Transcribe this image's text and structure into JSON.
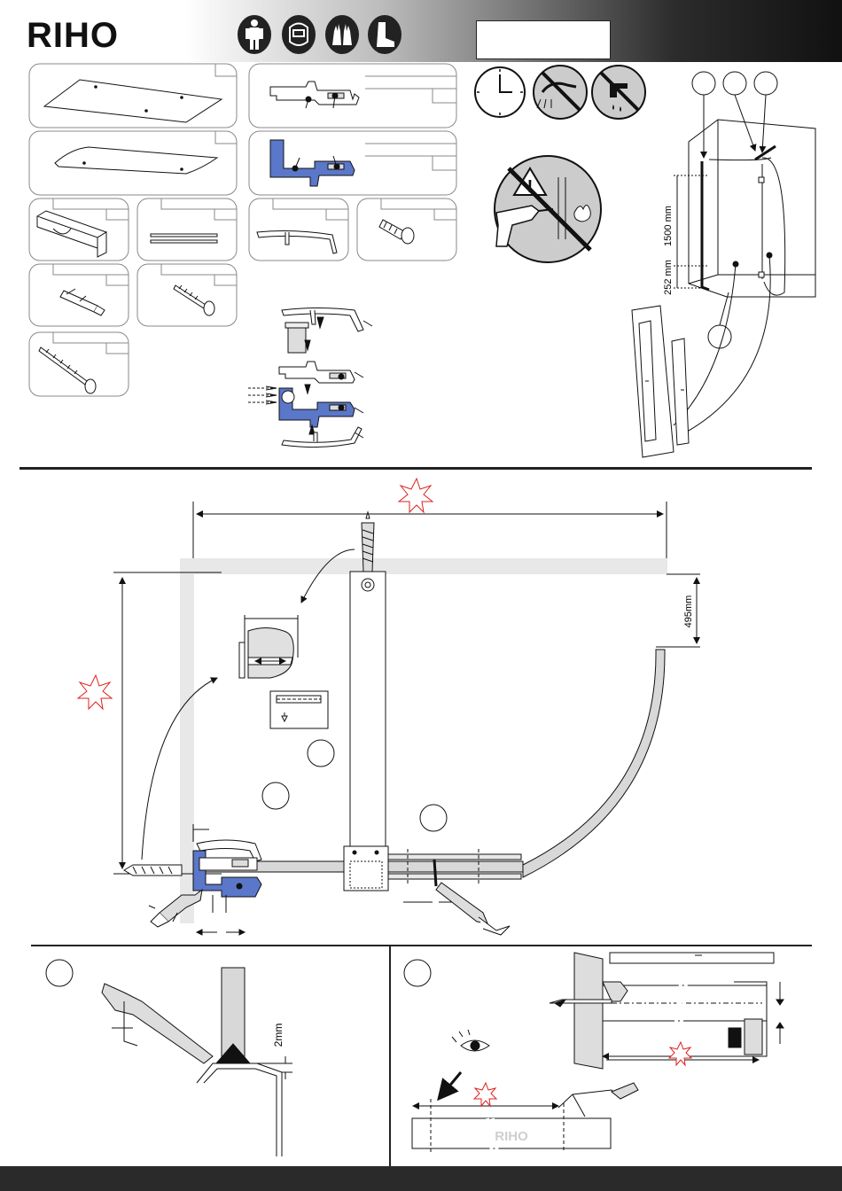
{
  "brand": {
    "logo_text": "RIHO"
  },
  "safety_icons": [
    "protective-suit-icon",
    "face-shield-icon",
    "gloves-icon",
    "safety-boots-icon"
  ],
  "warning_icons": [
    "clock-24h-icon",
    "no-shower-icon",
    "no-water-tap-icon",
    "no-drilling-pipes-icon"
  ],
  "dimensions": {
    "dim_1500": "1500 mm",
    "dim_252": "252 mm",
    "dim_495": "495mm",
    "dim_2": "2mm"
  },
  "colors": {
    "accent_blue": "#5b77c9",
    "warning_red": "#e02020",
    "header_dark": "#111111"
  },
  "footer_logo": "RIHO"
}
